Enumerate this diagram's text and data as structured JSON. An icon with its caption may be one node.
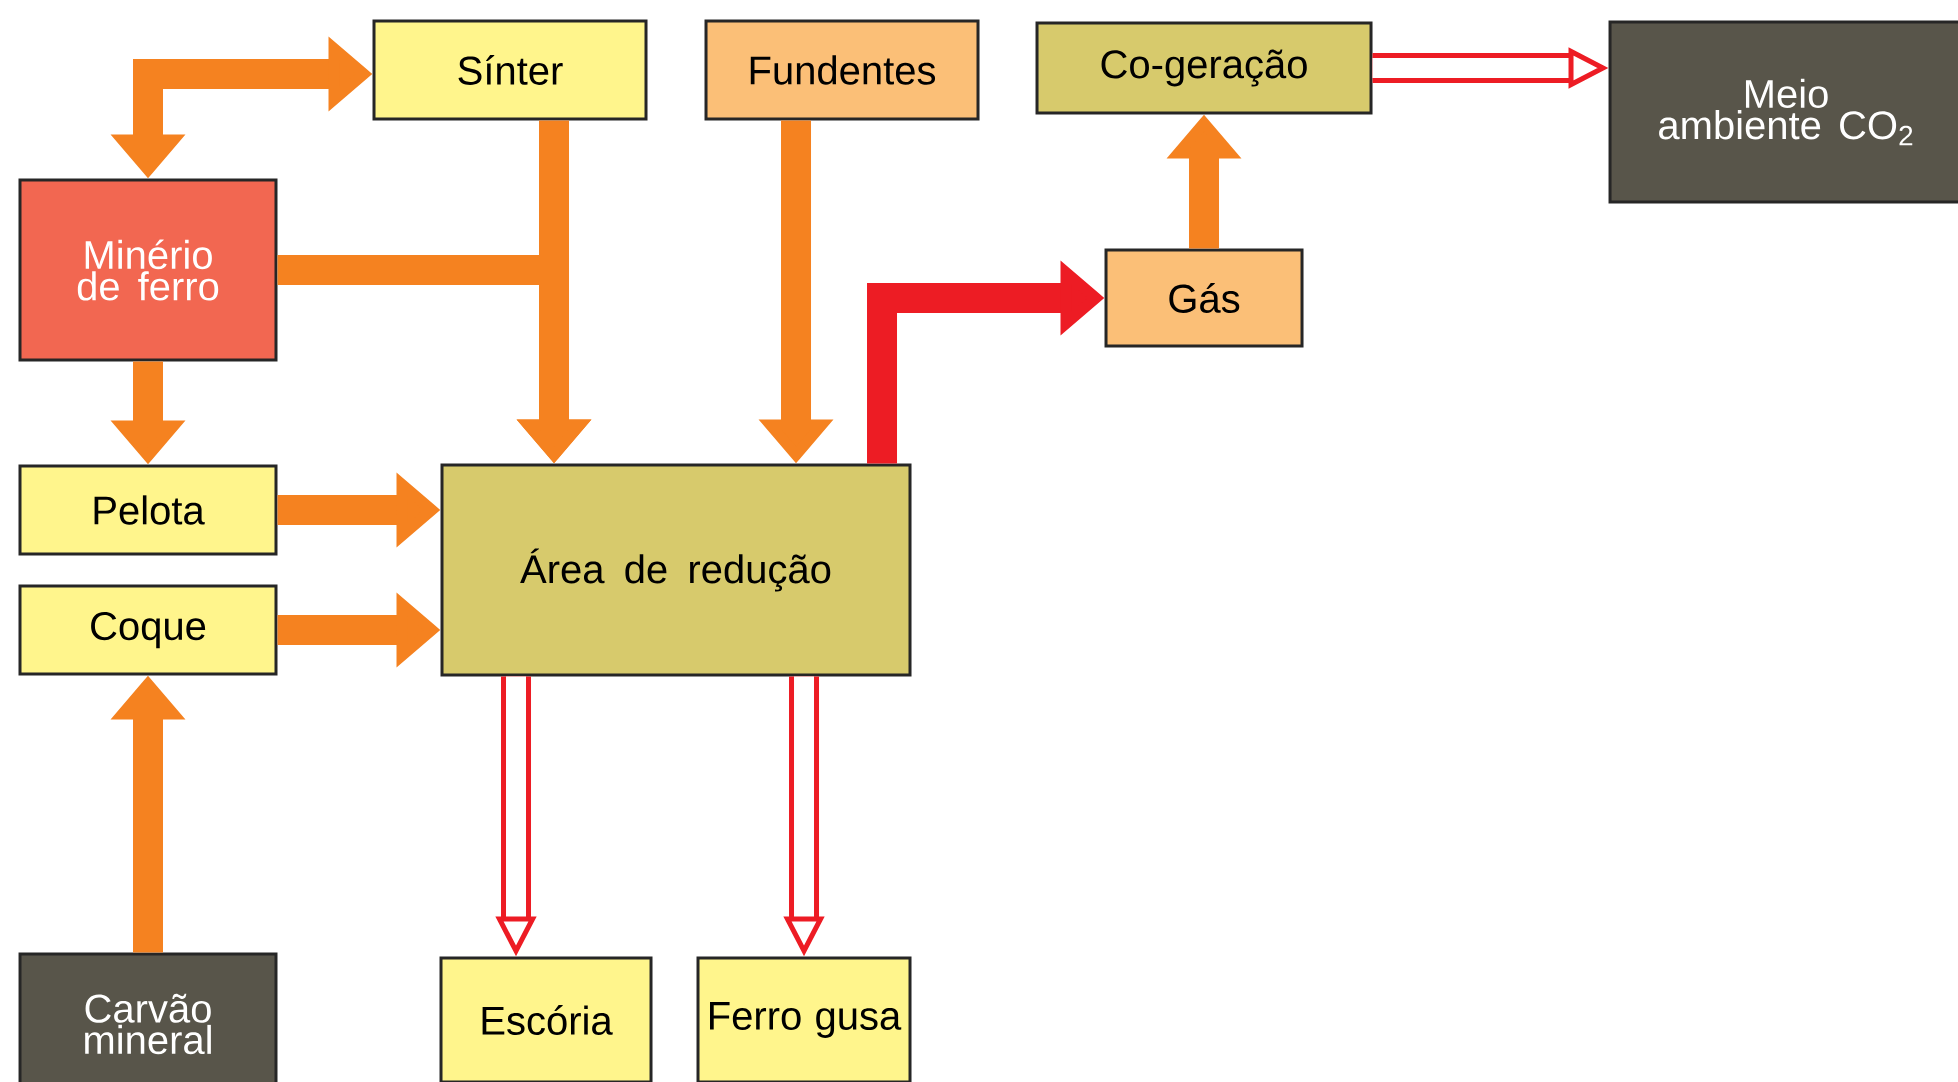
{
  "diagram": {
    "nodes": [
      {
        "text": [
          "Sínter"
        ]
      },
      {
        "text": [
          "Fundentes"
        ]
      },
      {
        "text": [
          "Co-geração"
        ]
      },
      {
        "text": [
          "Meio ambiente CO$_{2}$"
        ]
      },
      {
        "text": [
          "Minério de ferro"
        ]
      },
      {
        "text": [
          "Gás"
        ]
      },
      {
        "text": [
          "Pelota"
        ]
      },
      {
        "text": [
          "Área de redução"
        ]
      },
      {
        "text": [
          "Coque"
        ]
      },
      {
        "text": [
          "Carvão mineral"
        ]
      },
      {
        "text": [
          "Escória"
        ]
      },
      {
        "text": [
          "Ferro gusa"
        ]
      }
    ],
    "edges": [
      {
        "from": 4,
        "to": 0,
        "arrow": "both"
      },
      {
        "from": 0,
        "to": 7,
        "arrow": "to"
      },
      {
        "from": 4,
        "to": 7,
        "arrow": "to"
      },
      {
        "from": 1,
        "to": 7,
        "arrow": "to"
      },
      {
        "from": 4,
        "to": 6,
        "arrow": "to"
      },
      {
        "from": 6,
        "to": 7,
        "arrow": "to"
      },
      {
        "from": 8,
        "to": 7,
        "arrow": "to"
      },
      {
        "from": 9,
        "to": 8,
        "arrow": "to"
      },
      {
        "from": 7,
        "to": 5,
        "arrow": "to",
        "color": "#ed1c24"
      },
      {
        "from": 5,
        "to": 2,
        "arrow": "to"
      },
      {
        "from": 2,
        "to": 3,
        "arrow": "to",
        "color": "#ed1c24"
      },
      {
        "from": 7,
        "to": 10,
        "arrow": "to",
        "color": "#ed1c24"
      },
      {
        "from": 7,
        "to": 11,
        "arrow": "to",
        "color": "#ed1c24"
      }
    ]
  }
}
